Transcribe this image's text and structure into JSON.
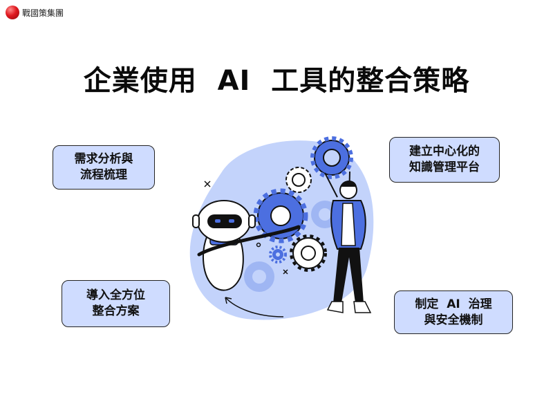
{
  "logo": {
    "text": "戰國策集團",
    "icon": "red-globe-icon",
    "color": "#e0191f"
  },
  "title": "企業使用  AI  工具的整合策略",
  "boxes": {
    "top_left": {
      "line1": "需求分析與",
      "line2": "流程梳理"
    },
    "top_right": {
      "line1": "建立中心化的",
      "line2": "知識管理平台"
    },
    "bottom_left": {
      "line1": "導入全方位",
      "line2": "整合方案"
    },
    "bottom_right": {
      "line1": "制定  AI  治理",
      "line2": "與安全機制"
    }
  },
  "colors": {
    "box_fill": "#cfdcff",
    "accent_blue": "#4c6fe0",
    "blob": "#c3d3fb"
  },
  "illustration": {
    "icons": [
      "robot-icon",
      "gear-icon",
      "person-holding-gear-icon",
      "sparkle-icon"
    ]
  }
}
